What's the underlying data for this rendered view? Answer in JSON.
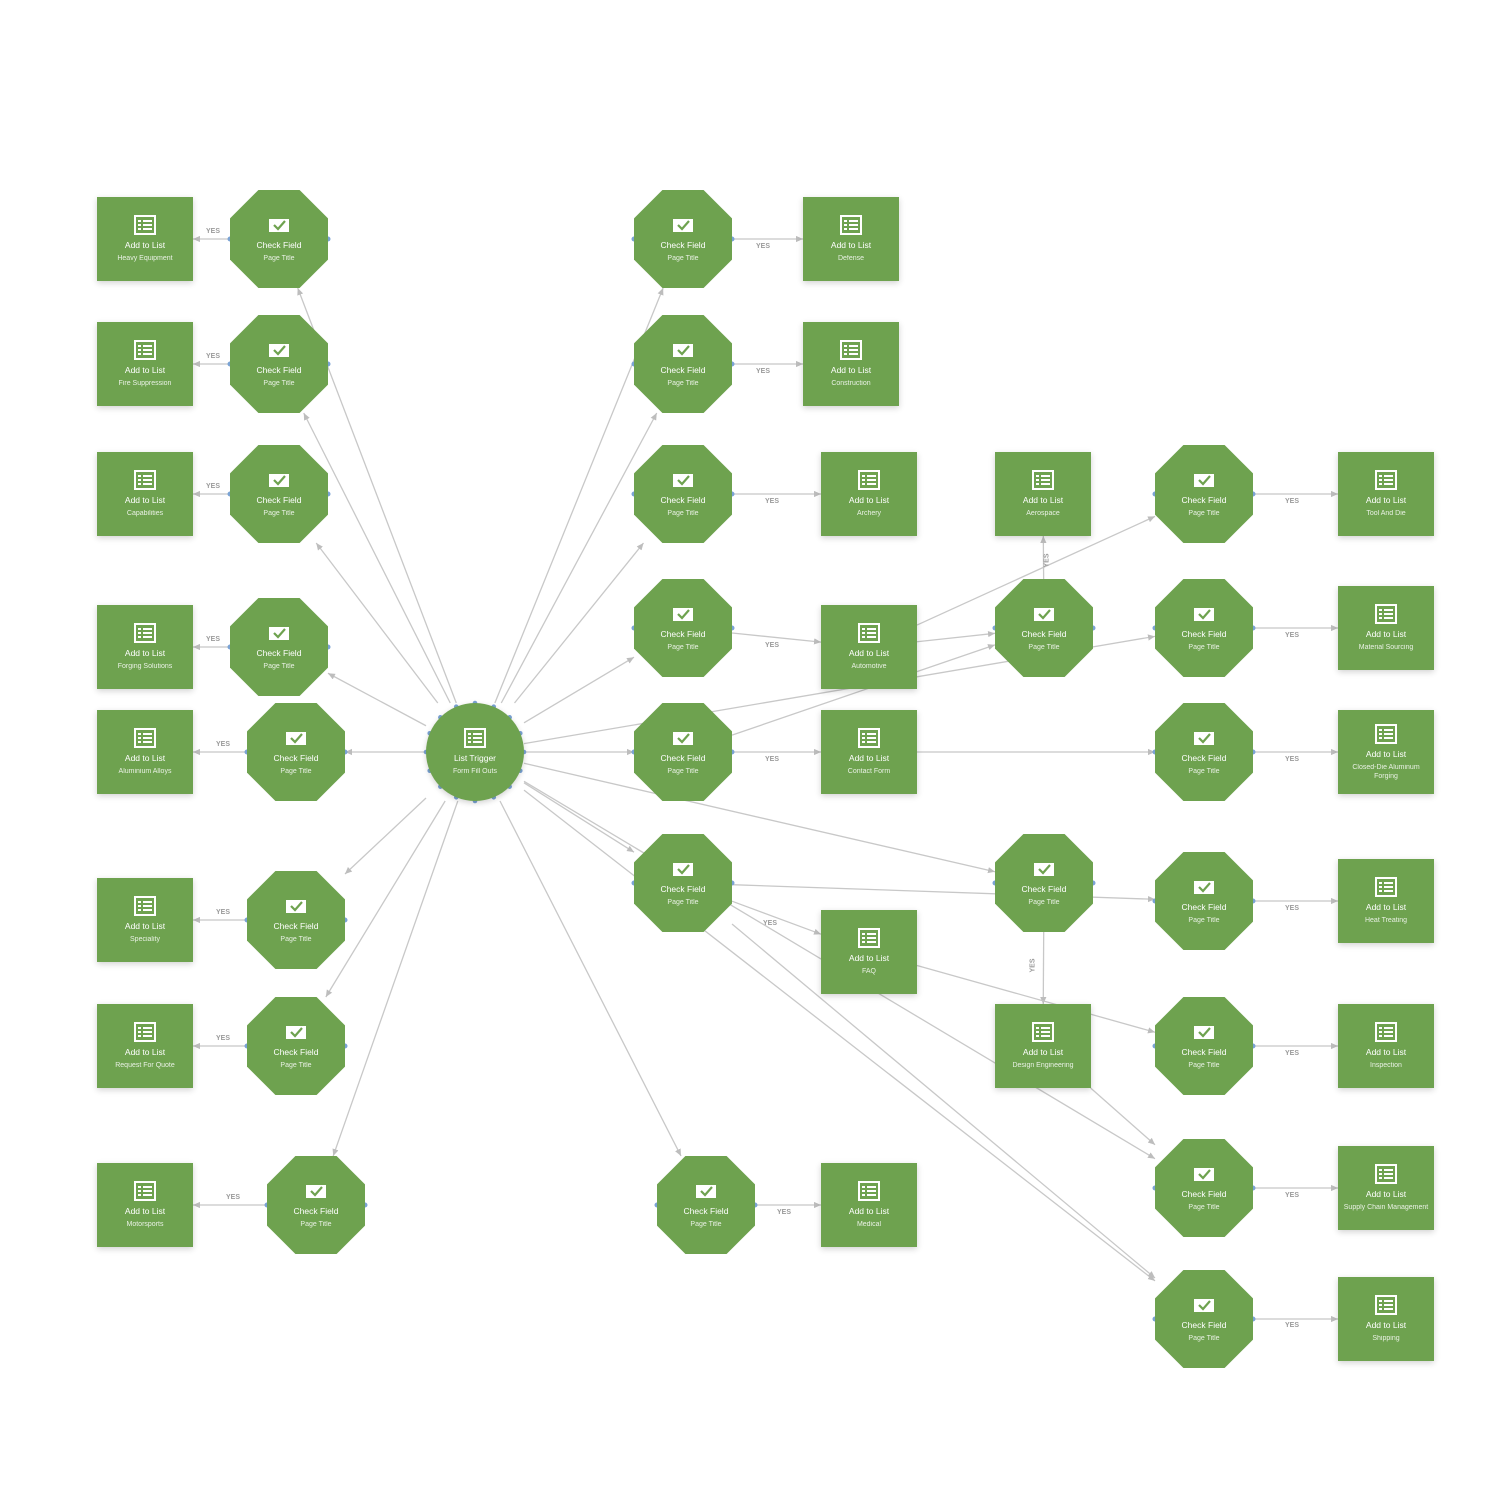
{
  "labels": {
    "yes": "YES"
  },
  "colors": {
    "node": "#6ea24f",
    "wire": "#c8c8c8",
    "port": "#7aa3d4"
  },
  "icons": {
    "list": "list-icon",
    "check": "check-envelope-icon"
  },
  "trigger": {
    "title": "List Trigger",
    "sub": "Form Fill Outs"
  },
  "checks": [
    {
      "title": "Check Field",
      "sub": "Page Title"
    },
    {
      "title": "Check Field",
      "sub": "Page Title"
    },
    {
      "title": "Check Field",
      "sub": "Page Title"
    },
    {
      "title": "Check Field",
      "sub": "Page Title"
    },
    {
      "title": "Check Field",
      "sub": "Page Title"
    },
    {
      "title": "Check Field",
      "sub": "Page Title"
    },
    {
      "title": "Check Field",
      "sub": "Page Title"
    },
    {
      "title": "Check Field",
      "sub": "Page Title"
    },
    {
      "title": "Check Field",
      "sub": "Page Title"
    },
    {
      "title": "Check Field",
      "sub": "Page Title"
    },
    {
      "title": "Check Field",
      "sub": "Page Title"
    },
    {
      "title": "Check Field",
      "sub": "Page Title"
    },
    {
      "title": "Check Field",
      "sub": "Page Title"
    },
    {
      "title": "Check Field",
      "sub": "Page Title"
    },
    {
      "title": "Check Field",
      "sub": "Page Title"
    },
    {
      "title": "Check Field",
      "sub": "Page Title"
    },
    {
      "title": "Check Field",
      "sub": "Page Title"
    },
    {
      "title": "Check Field",
      "sub": "Page Title"
    },
    {
      "title": "Check Field",
      "sub": "Page Title"
    },
    {
      "title": "Check Field",
      "sub": "Page Title"
    },
    {
      "title": "Check Field",
      "sub": "Page Title"
    },
    {
      "title": "Check Field",
      "sub": "Page Title"
    },
    {
      "title": "Check Field",
      "sub": "Page Title"
    }
  ],
  "lists": [
    {
      "title": "Add to List",
      "sub": "Heavy Equipment"
    },
    {
      "title": "Add to List",
      "sub": "Fire Suppression"
    },
    {
      "title": "Add to List",
      "sub": "Capabilities"
    },
    {
      "title": "Add to List",
      "sub": "Forging Solutions"
    },
    {
      "title": "Add to List",
      "sub": "Aluminium Alloys"
    },
    {
      "title": "Add to List",
      "sub": "Speciality"
    },
    {
      "title": "Add to List",
      "sub": "Request For Quote"
    },
    {
      "title": "Add to List",
      "sub": "Motorsports"
    },
    {
      "title": "Add to List",
      "sub": "Defense"
    },
    {
      "title": "Add to List",
      "sub": "Construction"
    },
    {
      "title": "Add to List",
      "sub": "Archery"
    },
    {
      "title": "Add to List",
      "sub": "Automotive"
    },
    {
      "title": "Add to List",
      "sub": "Contact Form"
    },
    {
      "title": "Add to List",
      "sub": "FAQ"
    },
    {
      "title": "Add to List",
      "sub": "Medical"
    },
    {
      "title": "Add to List",
      "sub": "Aerospace"
    },
    {
      "title": "Add to List",
      "sub": "Design Engineering"
    },
    {
      "title": "Add to List",
      "sub": "Tool And Die"
    },
    {
      "title": "Add to List",
      "sub": "Material Sourcing"
    },
    {
      "title": "Add to List",
      "sub": "Closed-Die Aluminum Forging"
    },
    {
      "title": "Add to List",
      "sub": "Heat Treating"
    },
    {
      "title": "Add to List",
      "sub": "Inspection"
    },
    {
      "title": "Add to List",
      "sub": "Supply Chain Management"
    },
    {
      "title": "Add to List",
      "sub": "Shipping"
    }
  ]
}
